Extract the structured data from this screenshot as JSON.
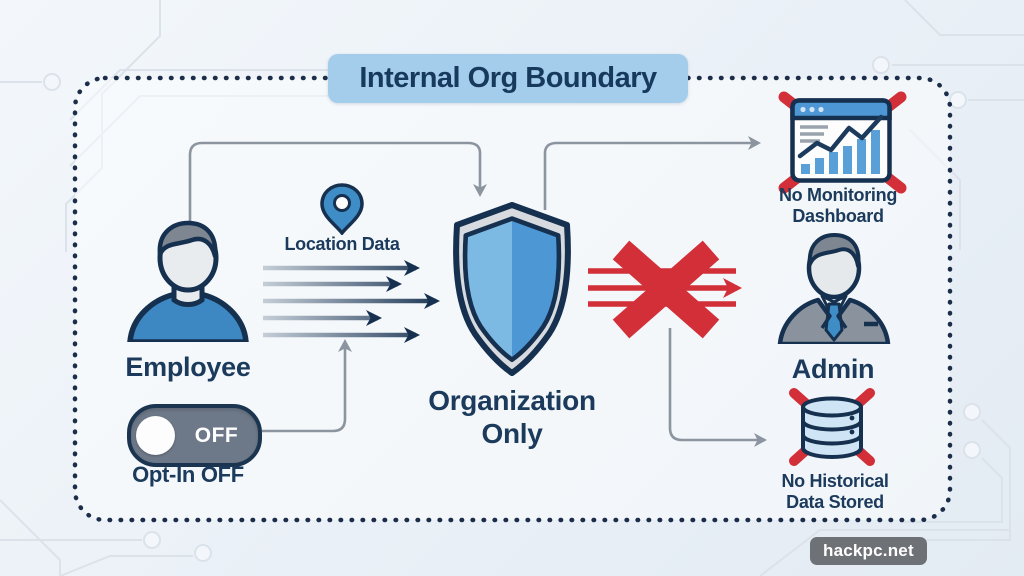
{
  "title": "Internal Org Boundary",
  "employee": {
    "label": "Employee",
    "icon": "employee-person-icon"
  },
  "opt_in_toggle": {
    "state_label": "OFF",
    "caption": "Opt-In OFF",
    "state": "off"
  },
  "location_data": {
    "label": "Location Data",
    "icon": "location-pin-icon"
  },
  "organization": {
    "label_line1": "Organization",
    "label_line2": "Only",
    "icon": "shield-icon"
  },
  "blocked_flow": {
    "icon": "red-x-icon"
  },
  "admin": {
    "label": "Admin",
    "icon": "admin-person-icon"
  },
  "no_monitoring": {
    "label_line1": "No Monitoring",
    "label_line2": "Dashboard",
    "icon": "monitoring-dashboard-crossed-icon"
  },
  "no_history": {
    "label_line1": "No Historical",
    "label_line2": "Data Stored",
    "icon": "database-crossed-icon"
  },
  "watermark": "hackpc.net",
  "colors": {
    "navy": "#16304f",
    "text_navy": "#1b3a5c",
    "blue": "#3f8dc6",
    "shield_light": "#7cb9e3",
    "shield_dark": "#4e97d5",
    "silver": "#d7dbdf",
    "red": "#d22f38",
    "toggle_gray": "#6d7888",
    "title_bg": "#a4cdeb",
    "connector_gray": "#8c959f",
    "background": "#eef3f8"
  }
}
